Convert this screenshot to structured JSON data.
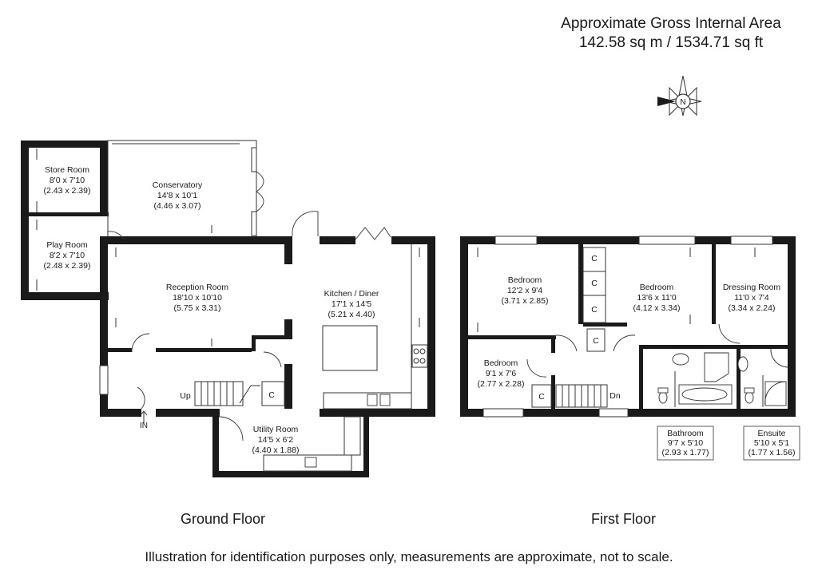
{
  "header": {
    "title": "Approximate Gross Internal Area",
    "area": "142.58 sq m / 1534.71 sq ft"
  },
  "compass": {
    "label": "N"
  },
  "ground_floor": {
    "label": "Ground Floor",
    "entry": "IN",
    "stairs": "Up",
    "rooms": {
      "store": {
        "name": "Store Room",
        "imperial": "8'0 x 7'10",
        "metric": "(2.43 x 2.39)"
      },
      "conservatory": {
        "name": "Conservatory",
        "imperial": "14'8 x 10'1",
        "metric": "(4.46 x 3.07)"
      },
      "play": {
        "name": "Play Room",
        "imperial": "8'2 x 7'10",
        "metric": "(2.48 x 2.39)"
      },
      "reception": {
        "name": "Reception Room",
        "imperial": "18'10 x 10'10",
        "metric": "(5.75 x 3.31)"
      },
      "kitchen": {
        "name": "Kitchen / Diner",
        "imperial": "17'1 x 14'5",
        "metric": "(5.21 x 4.40)"
      },
      "utility": {
        "name": "Utility Room",
        "imperial": "14'5 x 6'2",
        "metric": "(4.40 x 1.88)"
      },
      "cupboard": {
        "name": "C"
      }
    }
  },
  "first_floor": {
    "label": "First Floor",
    "stairs": "Dn",
    "cupboard_label": "C",
    "rooms": {
      "bedroom1": {
        "name": "Bedroom",
        "imperial": "12'2 x 9'4",
        "metric": "(3.71 x 2.85)"
      },
      "bedroom2": {
        "name": "Bedroom",
        "imperial": "13'6 x 11'0",
        "metric": "(4.12 x 3.34)"
      },
      "dressing": {
        "name": "Dressing Room",
        "imperial": "11'0 x 7'4",
        "metric": "(3.34 x 2.24)"
      },
      "bedroom3": {
        "name": "Bedroom",
        "imperial": "9'1 x 7'6",
        "metric": "(2.77 x 2.28)"
      },
      "bathroom": {
        "name": "Bathroom",
        "imperial": "9'7 x 5'10",
        "metric": "(2.93 x 1.77)"
      },
      "ensuite": {
        "name": "Ensuite",
        "imperial": "5'10 x 5'1",
        "metric": "(1.77 x 1.56)"
      }
    }
  },
  "footer": {
    "disclaimer": "Illustration for identification purposes only, measurements are approximate, not to scale."
  }
}
